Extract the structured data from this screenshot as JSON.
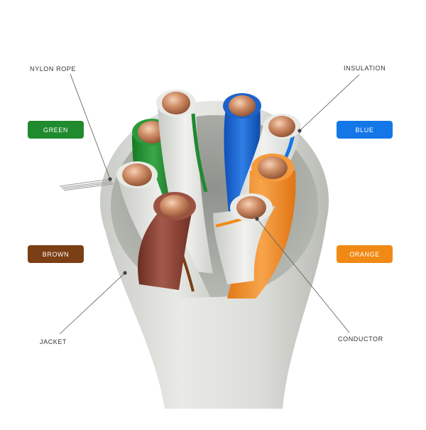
{
  "callouts": {
    "nylon_rope": "NYLON ROPE",
    "insulation": "INSULATION",
    "jacket": "JACKET",
    "conductor": "CONDUCTOR"
  },
  "color_tags": [
    {
      "label": "GREEN",
      "color": "#1f8a2e"
    },
    {
      "label": "BLUE",
      "color": "#1377e8"
    },
    {
      "label": "BROWN",
      "color": "#7c3e14"
    },
    {
      "label": "ORANGE",
      "color": "#f08a14"
    }
  ]
}
